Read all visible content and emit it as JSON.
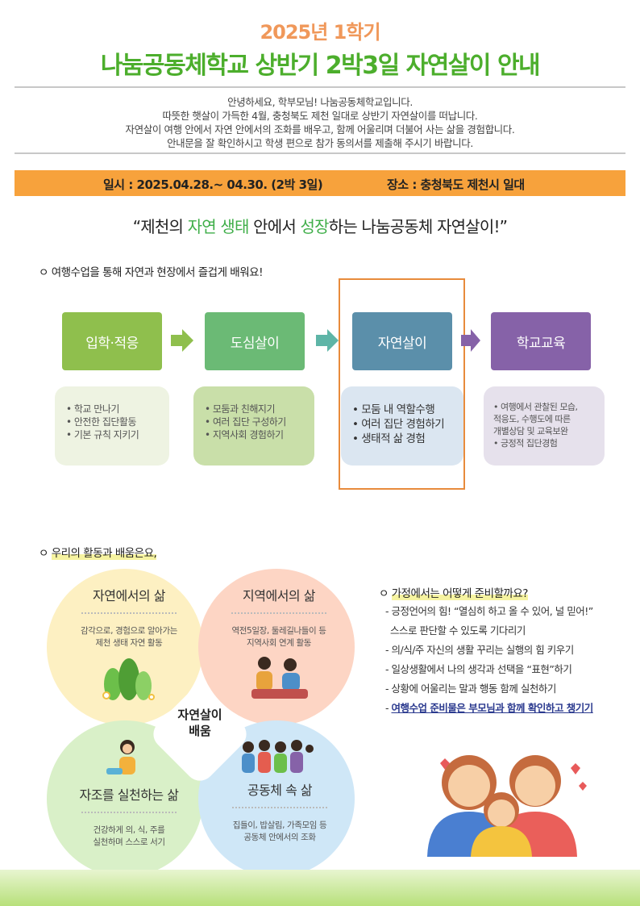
{
  "header": {
    "year_term": "2025년 1학기",
    "title": "나눔공동체학교 상반기 2박3일 자연살이 안내"
  },
  "intro": [
    "안녕하세요, 학부모님! 나눔공동체학교입니다.",
    "따뜻한 햇살이 가득한 4월, 충청북도 제천 일대로 상반기 자연살이를 떠납니다.",
    "자연살이 여행 안에서 자연 안에서의 조화를 배우고, 함께 어울리며 더불어 사는 삶을 경험합니다.",
    "안내문을 잘 확인하시고 학생 편으로 참가 동의서를 제출해 주시기 바랍니다."
  ],
  "info_bar": {
    "date": "일시 : 2025.04.28.~ 04.30. (2박 3일)",
    "place": "장소 : 충청북도 제천시 일대"
  },
  "slogan": {
    "p1": "“제천의 ",
    "g1": "자연 생태",
    "p2": " 안에서 ",
    "g2": "성장",
    "p3": "하는 나눔공동체 자연살이!”"
  },
  "section1": {
    "title": "ㅇ 여행수업을 통해 자연과 현장에서 즐겁게 배워요!",
    "steps": [
      {
        "label": "입학·적응",
        "color": "#8fbf4d",
        "items": [
          "• 학교 만나기",
          "• 안전한 집단활동",
          "• 기본 규칙 지키기"
        ],
        "card_color": "#eef3e2"
      },
      {
        "label": "도심살이",
        "color": "#6bba75",
        "items": [
          "• 모둠과 친해지기",
          "• 여러 집단 구성하기",
          "• 지역사회 경험하기"
        ],
        "card_color": "#c9dfa9"
      },
      {
        "label": "자연살이",
        "color": "#5b8faa",
        "items": [
          "• 모둠 내 역할수행",
          "• 여러 집단 경험하기",
          "• 생태적 삶 경험"
        ],
        "card_color": "#dbe6f1"
      },
      {
        "label": "학교교육",
        "color": "#8662a8",
        "items": [
          "• 여행에서 관찰된 모습,",
          "  적응도, 수행도에 따른",
          "  개별상담 및 교육보완",
          "• 긍정적 집단경험"
        ],
        "card_color": "#e6e1ec"
      }
    ],
    "arrow_colors": [
      "#8fbf4d",
      "#5eb5a7",
      "#8662a8"
    ]
  },
  "section2": {
    "prefix": "ㅇ ",
    "title": "우리의 활동과 배움은요,",
    "center": [
      "자연살이",
      "배움"
    ],
    "petals": [
      {
        "title": "자연에서의 삶",
        "desc": [
          "감각으로, 경험으로 알아가는",
          "제천 생태 자연 활동"
        ],
        "color": "#fdf0c2"
      },
      {
        "title": "지역에서의 삶",
        "desc": [
          "역전5일장, 둘레길나들이 등",
          "지역사회 연계 활동"
        ],
        "color": "#fdd5c4"
      },
      {
        "title": "자조를 실천하는 삶",
        "desc": [
          "건강하게 의, 식, 주를",
          "실천하며 스스로 서기"
        ],
        "color": "#d9f0c8"
      },
      {
        "title": "공동체 속 삶",
        "desc": [
          "집들이, 밥살림, 가족모임 등",
          "공동체 안에서의 조화"
        ],
        "color": "#cfe7f7"
      }
    ]
  },
  "home": {
    "prefix": "ㅇ ",
    "title": "가정에서는 어떻게 준비할까요?",
    "items": [
      "- 긍정언어의 힘! “열심히 하고 올 수 있어, 널 믿어!”",
      "  스스로 판단할 수 있도록 기다리기",
      "- 의/식/주 자신의 생활 꾸리는 실행의 힘 키우기",
      "- 일상생활에서 나의 생각과 선택을 “표현”하기",
      "- 상황에 어울리는 말과 행동 함께 실천하기"
    ],
    "last_prefix": "- ",
    "last": "여행수업 준비물은 부모님과 함께 확인하고 챙기기"
  }
}
